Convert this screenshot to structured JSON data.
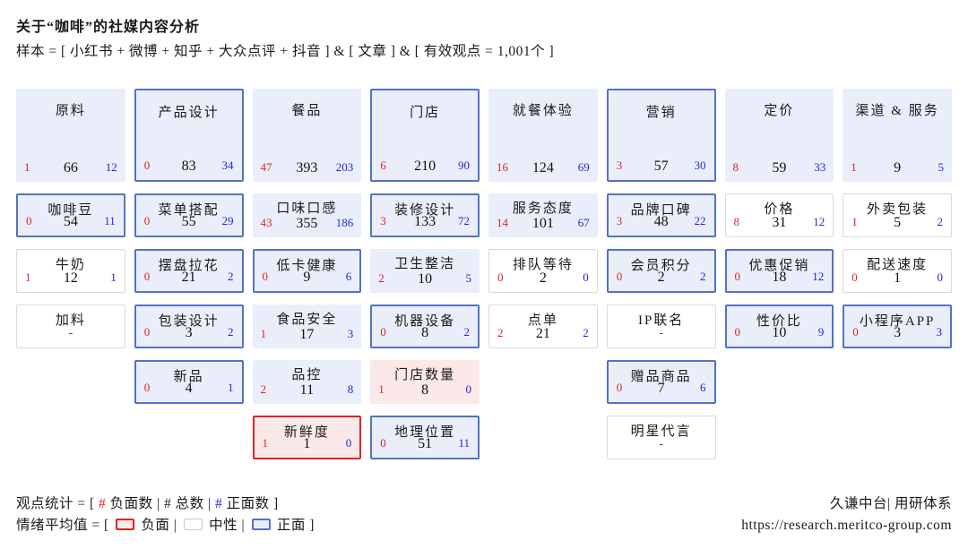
{
  "header": {
    "title": "关于“咖啡”的社媒内容分析",
    "subtitle": "样本 = [ 小红书 + 微博 + 知乎 + 大众点评 + 抖音 ] & [ 文章 ] & [ 有效观点 = 1,001个 ]"
  },
  "chart_data": {
    "type": "table",
    "title": "关于“咖啡”的社媒内容分析",
    "value_format": "[ 负面数 | 总数 | 正面数 ]",
    "sentiment_colors": {
      "negative_border": "#e02424",
      "negative_fill": "#fbe9e9",
      "neutral_border": "#d9d9d9",
      "neutral_fill": "#ffffff",
      "positive_border": "#5273c4",
      "positive_fill": "#e9eefa",
      "negative_number": "#e02424",
      "positive_number": "#2424e0"
    },
    "columns": [
      {
        "name": "原料",
        "neg": 1,
        "total": 66,
        "pos": 12,
        "sentiment": "positive",
        "children": [
          {
            "name": "咖啡豆",
            "row": 2,
            "neg": 0,
            "total": 54,
            "pos": 11,
            "sentiment": "positive-strong"
          },
          {
            "name": "牛奶",
            "row": 3,
            "neg": 1,
            "total": 12,
            "pos": 1,
            "sentiment": "neutral"
          },
          {
            "name": "加料",
            "row": 4,
            "neg": null,
            "total": null,
            "pos": null,
            "display": "-",
            "sentiment": "neutral"
          }
        ]
      },
      {
        "name": "产品设计",
        "neg": 0,
        "total": 83,
        "pos": 34,
        "sentiment": "positive-strong",
        "children": [
          {
            "name": "菜单搭配",
            "row": 2,
            "neg": 0,
            "total": 55,
            "pos": 29,
            "sentiment": "positive-strong"
          },
          {
            "name": "摆盘拉花",
            "row": 3,
            "neg": 0,
            "total": 21,
            "pos": 2,
            "sentiment": "positive-strong"
          },
          {
            "name": "包装设计",
            "row": 4,
            "neg": 0,
            "total": 3,
            "pos": 2,
            "sentiment": "positive-strong"
          },
          {
            "name": "新品",
            "row": 5,
            "neg": 0,
            "total": 4,
            "pos": 1,
            "sentiment": "positive-strong"
          }
        ]
      },
      {
        "name": "餐品",
        "neg": 47,
        "total": 393,
        "pos": 203,
        "sentiment": "positive",
        "children": [
          {
            "name": "口味口感",
            "row": 2,
            "neg": 43,
            "total": 355,
            "pos": 186,
            "sentiment": "positive"
          },
          {
            "name": "低卡健康",
            "row": 3,
            "neg": 0,
            "total": 9,
            "pos": 6,
            "sentiment": "positive-strong"
          },
          {
            "name": "食品安全",
            "row": 4,
            "neg": 1,
            "total": 17,
            "pos": 3,
            "sentiment": "positive"
          },
          {
            "name": "品控",
            "row": 5,
            "neg": 2,
            "total": 11,
            "pos": 8,
            "sentiment": "positive"
          },
          {
            "name": "新鲜度",
            "row": 6,
            "neg": 1,
            "total": 1,
            "pos": 0,
            "sentiment": "negative-strong"
          }
        ]
      },
      {
        "name": "门店",
        "neg": 6,
        "total": 210,
        "pos": 90,
        "sentiment": "positive-strong",
        "children": [
          {
            "name": "装修设计",
            "row": 2,
            "neg": 3,
            "total": 133,
            "pos": 72,
            "sentiment": "positive-strong"
          },
          {
            "name": "卫生整洁",
            "row": 3,
            "neg": 2,
            "total": 10,
            "pos": 5,
            "sentiment": "positive"
          },
          {
            "name": "机器设备",
            "row": 4,
            "neg": 0,
            "total": 8,
            "pos": 2,
            "sentiment": "positive-strong"
          },
          {
            "name": "门店数量",
            "row": 5,
            "neg": 1,
            "total": 8,
            "pos": 0,
            "sentiment": "negative"
          },
          {
            "name": "地理位置",
            "row": 6,
            "neg": 0,
            "total": 51,
            "pos": 11,
            "sentiment": "positive-strong"
          }
        ]
      },
      {
        "name": "就餐体验",
        "neg": 16,
        "total": 124,
        "pos": 69,
        "sentiment": "positive",
        "children": [
          {
            "name": "服务态度",
            "row": 2,
            "neg": 14,
            "total": 101,
            "pos": 67,
            "sentiment": "positive"
          },
          {
            "name": "排队等待",
            "row": 3,
            "neg": 0,
            "total": 2,
            "pos": 0,
            "sentiment": "neutral"
          },
          {
            "name": "点单",
            "row": 4,
            "neg": 2,
            "total": 21,
            "pos": 2,
            "sentiment": "neutral"
          }
        ]
      },
      {
        "name": "营销",
        "neg": 3,
        "total": 57,
        "pos": 30,
        "sentiment": "positive-strong",
        "children": [
          {
            "name": "品牌口碑",
            "row": 2,
            "neg": 3,
            "total": 48,
            "pos": 22,
            "sentiment": "positive-strong"
          },
          {
            "name": "会员积分",
            "row": 3,
            "neg": 0,
            "total": 2,
            "pos": 2,
            "sentiment": "positive-strong"
          },
          {
            "name": "IP联名",
            "row": 4,
            "neg": null,
            "total": null,
            "pos": null,
            "display": "-",
            "sentiment": "neutral"
          },
          {
            "name": "赠品商品",
            "row": 5,
            "neg": 0,
            "total": 7,
            "pos": 6,
            "sentiment": "positive-strong"
          },
          {
            "name": "明星代言",
            "row": 6,
            "neg": null,
            "total": null,
            "pos": null,
            "display": "-",
            "sentiment": "neutral"
          }
        ]
      },
      {
        "name": "定价",
        "neg": 8,
        "total": 59,
        "pos": 33,
        "sentiment": "positive",
        "children": [
          {
            "name": "价格",
            "row": 2,
            "neg": 8,
            "total": 31,
            "pos": 12,
            "sentiment": "neutral"
          },
          {
            "name": "优惠促销",
            "row": 3,
            "neg": 0,
            "total": 18,
            "pos": 12,
            "sentiment": "positive-strong"
          },
          {
            "name": "性价比",
            "row": 4,
            "neg": 0,
            "total": 10,
            "pos": 9,
            "sentiment": "positive-strong"
          }
        ]
      },
      {
        "name": "渠道 & 服务",
        "neg": 1,
        "total": 9,
        "pos": 5,
        "sentiment": "positive",
        "children": [
          {
            "name": "外卖包装",
            "row": 2,
            "neg": 1,
            "total": 5,
            "pos": 2,
            "sentiment": "neutral"
          },
          {
            "name": "配送速度",
            "row": 3,
            "neg": 0,
            "total": 1,
            "pos": 0,
            "sentiment": "neutral"
          },
          {
            "name": "小程序APP",
            "row": 4,
            "neg": 0,
            "total": 3,
            "pos": 3,
            "sentiment": "positive-strong"
          }
        ]
      }
    ]
  },
  "legend": {
    "stats": {
      "prefix": "观点统计 = [",
      "neg_hash": "#",
      "neg_label": "负面数 |",
      "total_hash": "#",
      "total_label": "总数 |",
      "pos_hash": "#",
      "pos_label": "正面数 ]"
    },
    "sentiment": {
      "prefix": "情绪平均值 = [",
      "neg_label": "负面 |",
      "neu_label": "中性 |",
      "pos_label": "正面 ]"
    }
  },
  "footer": {
    "org": "久谦中台| 用研体系",
    "url": "https://research.meritco-group.com"
  }
}
